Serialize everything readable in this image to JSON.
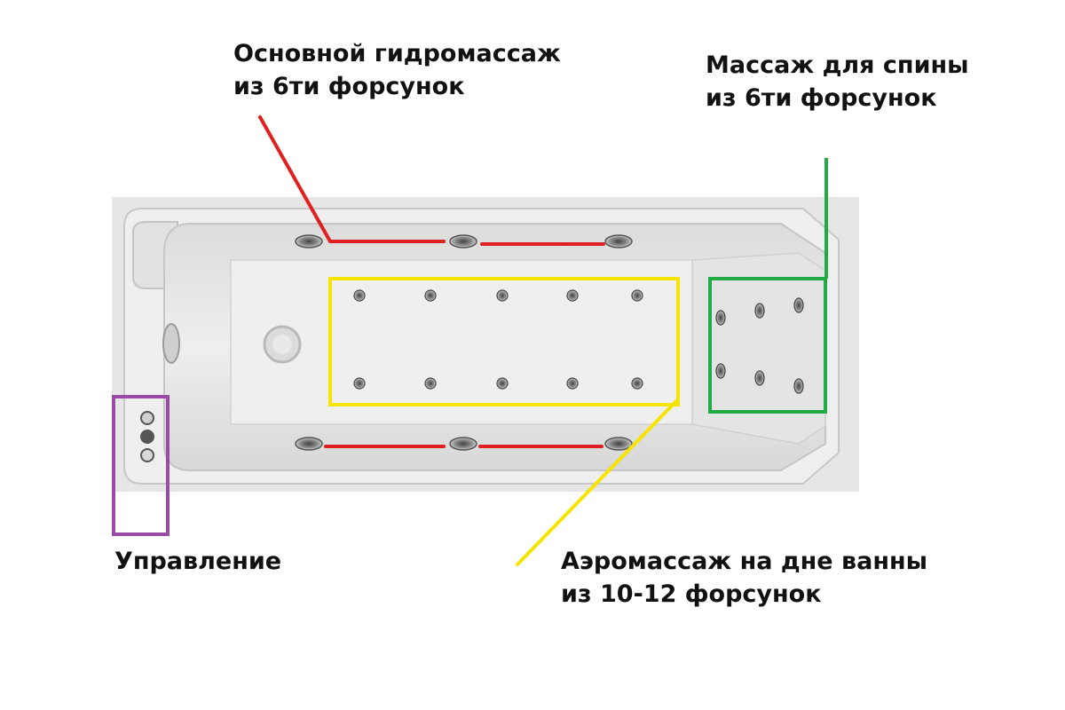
{
  "labels": {
    "main_hydro": {
      "line1": "Основной гидромассаж",
      "line2": "из 6ти форсунок"
    },
    "back_massage": {
      "line1": "Массаж для спины",
      "line2": "из 6ти форсунок"
    },
    "control": "Управление",
    "aero": {
      "line1": "Аэромассаж на дне ванны",
      "line2": "из 10-12 форсунок"
    }
  },
  "colors": {
    "main_hydro": "#e02020",
    "back_massage": "#22aa44",
    "control": "#9b4aa8",
    "aero": "#f5e400",
    "text": "#111111"
  }
}
